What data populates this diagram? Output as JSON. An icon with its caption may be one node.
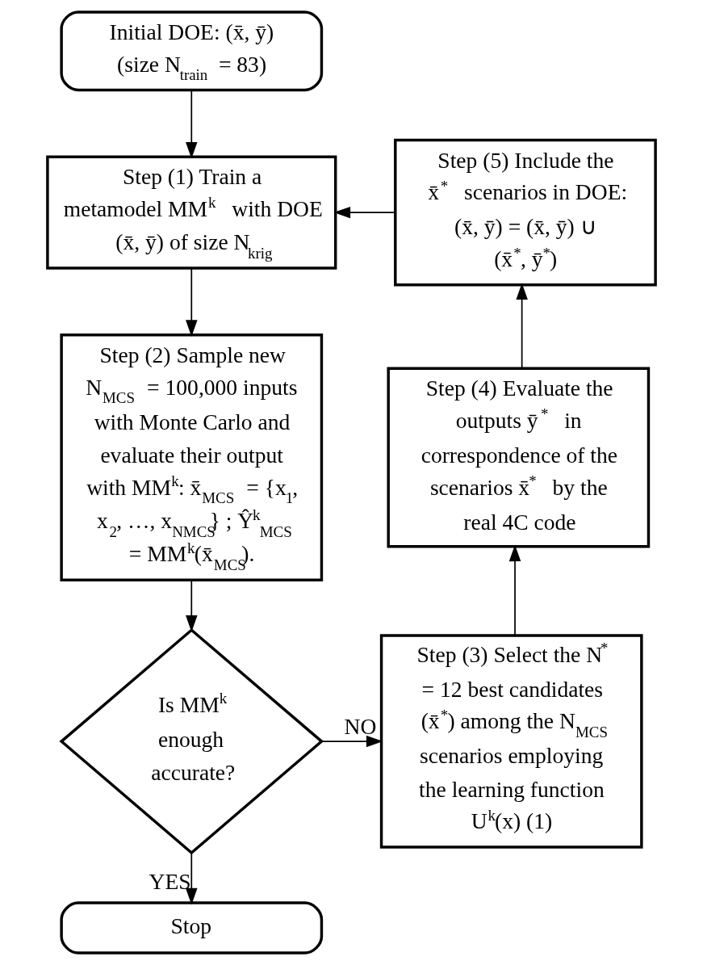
{
  "diagram": {
    "nodes": [
      {
        "text": [
          "Initial DOE: (x̄, ȳ) (size N$_{train}$ = 83)"
        ]
      },
      {
        "text": [
          "Step (1) Train a metamodel MM$^{k}$ with DOE (x̄, ȳ) of size N$_{krig}$"
        ]
      },
      {
        "text": [
          "Step (2) Sample new N$_{MCS}$ = 100,000 inputs with Monte Carlo and evaluate their output with MM$^{k}$: x̄$_{MCS}$ = {x$_{1}$, x$_{2}$, …, x$_{NMCS}$} ; Ŷ$^{k}$$_{MCS}$ = MM$^{k}$(x̄$_{MCS}$)."
        ]
      },
      {
        "text": [
          "Is MM$^{k}$ enough accurate?"
        ]
      },
      {
        "text": [
          "Step (3) Select the N$^{*}$ = 12 best candidates (x̄$^{*}$) among the N$_{MCS}$ scenarios employing the learning function U$^{k}$(x) (1)"
        ]
      },
      {
        "text": [
          "Step (4) Evaluate the outputs ȳ$^{*}$ in correspondence of the scenarios x̄$^{*}$ by the real 4C code"
        ]
      },
      {
        "text": [
          "Step (5) Include the x̄$^{*}$ scenarios in DOE: (x̄, ȳ) = (x̄, ȳ) ∪ (x̄$^{*}$, ȳ$^{*}$)"
        ]
      },
      {
        "text": [
          "Stop"
        ]
      }
    ],
    "edges": [
      {
        "from": 0,
        "to": 1,
        "arrow": "to"
      },
      {
        "from": 1,
        "to": 2,
        "arrow": "to"
      },
      {
        "from": 2,
        "to": 3,
        "arrow": "to"
      },
      {
        "from": 3,
        "to": 4,
        "arrow": "to",
        "label": "NO"
      },
      {
        "from": 4,
        "to": 5,
        "arrow": "to"
      },
      {
        "from": 5,
        "to": 6,
        "arrow": "to"
      },
      {
        "from": 6,
        "to": 1,
        "arrow": "to"
      },
      {
        "from": 3,
        "to": 7,
        "arrow": "to",
        "label": "YES"
      }
    ]
  }
}
